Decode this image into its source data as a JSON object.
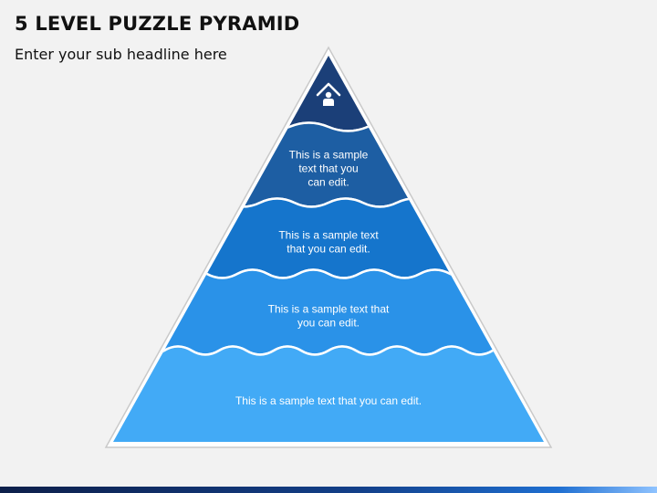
{
  "slide": {
    "title": "5 LEVEL PUZZLE PYRAMID",
    "subtitle": "Enter your sub headline here"
  },
  "pyramid": {
    "levels": [
      {
        "name": "level-1",
        "icon": "home-user-icon",
        "color": "#1b3f78",
        "lines": []
      },
      {
        "name": "level-2",
        "color": "#1d5ea3",
        "lines": [
          "This is a sample",
          "text that you",
          "can edit."
        ]
      },
      {
        "name": "level-3",
        "color": "#1575cc",
        "lines": [
          "This is a sample text",
          "that you can edit."
        ]
      },
      {
        "name": "level-4",
        "color": "#2a92e8",
        "lines": [
          "This is a sample text that",
          "you can edit."
        ]
      },
      {
        "name": "level-5",
        "color": "#42aaf6",
        "lines": [
          "This is a sample text that you can edit."
        ]
      }
    ]
  }
}
